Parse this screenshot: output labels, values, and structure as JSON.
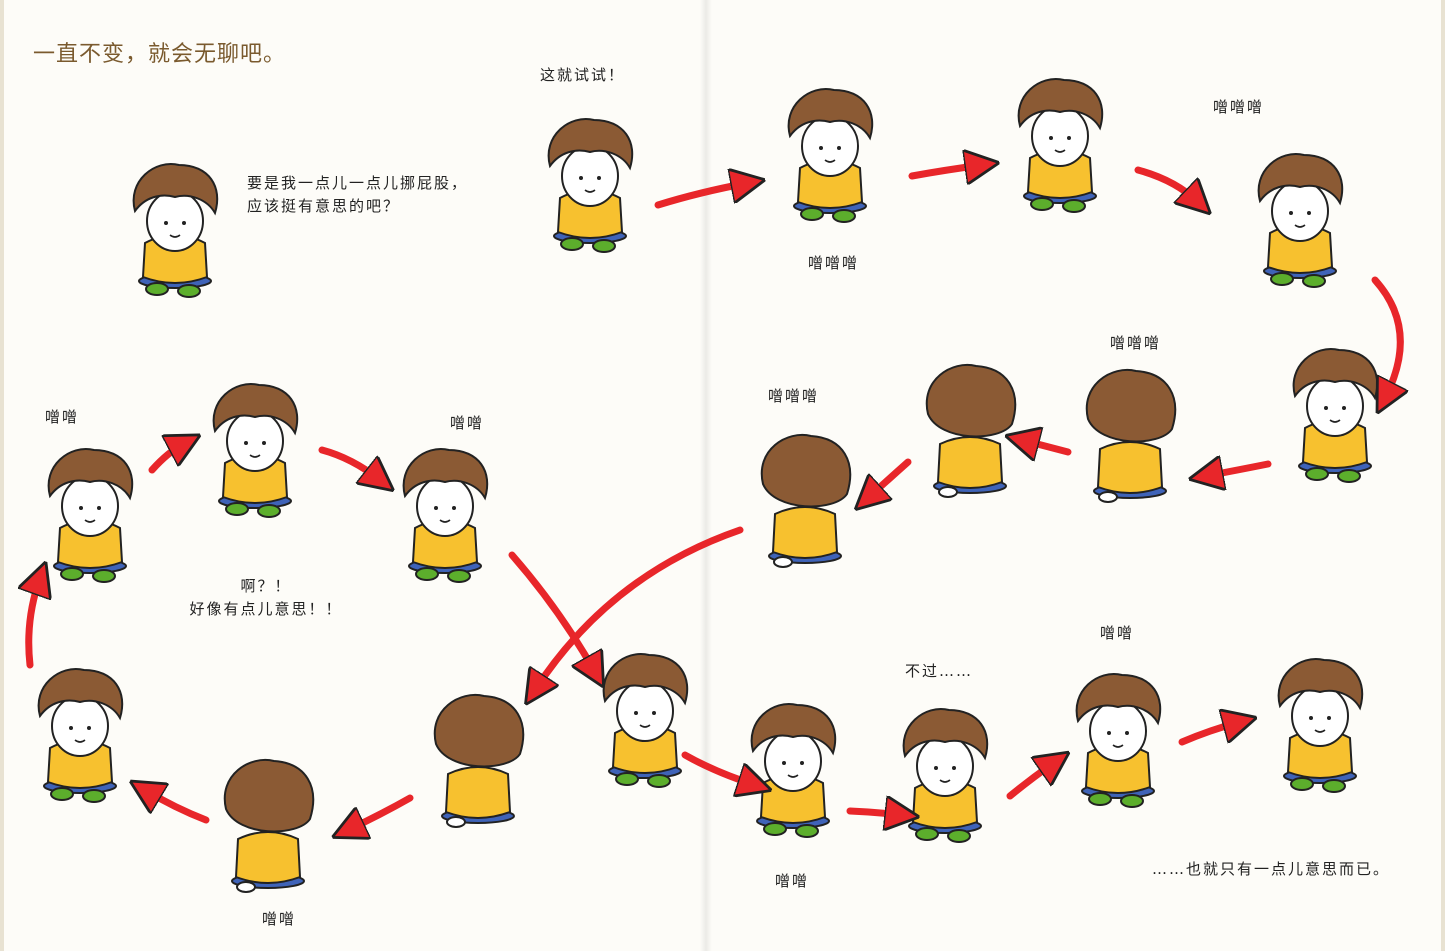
{
  "page": {
    "heading": "一直不变，就会无聊吧。",
    "bubbles": {
      "idea_line1": "要是我一点儿一点儿挪屁股，",
      "idea_line2": "应该挺有意思的吧？",
      "try_it": "这就试试！",
      "scoot_1": "噌噌噌",
      "scoot_2": "噌噌噌",
      "scoot_3": "噌噌噌",
      "scoot_4": "噌噌噌",
      "scoot_5": "噌噌",
      "scoot_6": "噌噌",
      "scoot_7": "噌噌",
      "scoot_8": "噌噌",
      "scoot_9": "噌噌",
      "exclaim_line1": "啊？！",
      "exclaim_line2": "好像有点儿意思！！",
      "however": "不过……",
      "ending": "……也就只有一点儿意思而已。"
    },
    "colors": {
      "hair": "#8b5a34",
      "shirt": "#f7c12f",
      "shorts": "#3f63b8",
      "shoes": "#5cae2c",
      "arrow": "#e8262a",
      "heading": "#7a5a2e"
    }
  }
}
